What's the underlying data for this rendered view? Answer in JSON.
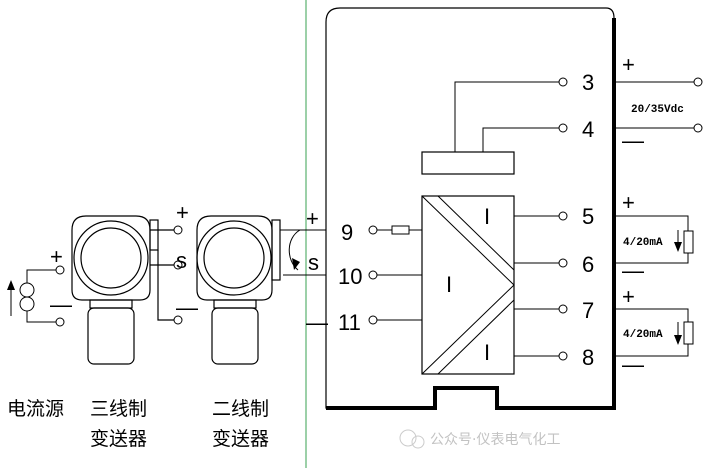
{
  "terminals": {
    "t3": "3",
    "t4": "4",
    "t5": "5",
    "t6": "6",
    "t7": "7",
    "t8": "8",
    "t9": "9",
    "t10": "10",
    "t11": "11"
  },
  "signs": {
    "plus": "+",
    "minus": "—",
    "s": "s",
    "I": "I"
  },
  "supply_label": "20/35Vdc",
  "output_label": "4/20mA",
  "captions": {
    "power_line1": "电流源",
    "three_wire_line1": "三线制",
    "three_wire_line2": "变送器",
    "two_wire_line1": "二线制",
    "two_wire_line2": "变送器"
  },
  "watermark": "公众号·仪表电气化工"
}
